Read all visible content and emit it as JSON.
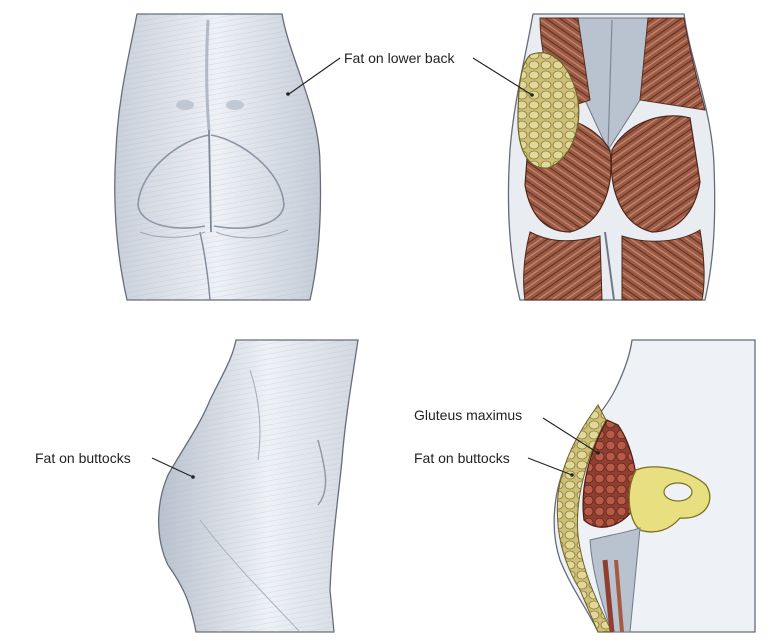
{
  "panels": [
    {
      "id": "back-skin"
    },
    {
      "id": "back-muscles"
    },
    {
      "id": "side-skin"
    },
    {
      "id": "side-section"
    }
  ],
  "labels": {
    "fat_lower_back": "Fat on lower back",
    "fat_buttocks_left": "Fat on buttocks",
    "gluteus_maximus": "Gluteus maximus",
    "fat_buttocks_right": "Fat on buttocks"
  },
  "colors": {
    "skin": "#e2e7ee",
    "skin_shade": "#9aa6b8",
    "outline": "#555b66",
    "muscle": "#9a5a44",
    "muscle_dark": "#6e3a2c",
    "fat": "#d9cf8e",
    "bone": "#e8e080",
    "tendon": "#b9c3cf"
  }
}
